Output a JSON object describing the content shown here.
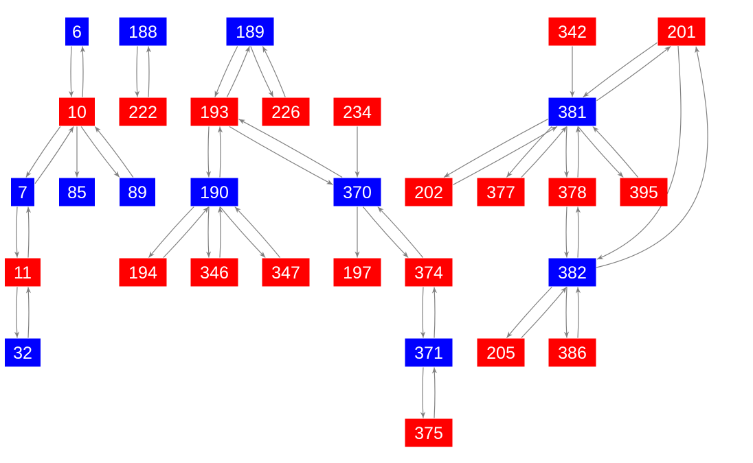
{
  "colors": {
    "red": "#ff0000",
    "blue": "#0000ff",
    "edge": "#808080",
    "label": "#ffffff"
  },
  "nodes": [
    {
      "id": "6",
      "color": "blue"
    },
    {
      "id": "188",
      "color": "blue"
    },
    {
      "id": "189",
      "color": "blue"
    },
    {
      "id": "342",
      "color": "red"
    },
    {
      "id": "201",
      "color": "red"
    },
    {
      "id": "10",
      "color": "red"
    },
    {
      "id": "222",
      "color": "red"
    },
    {
      "id": "193",
      "color": "red"
    },
    {
      "id": "226",
      "color": "red"
    },
    {
      "id": "234",
      "color": "red"
    },
    {
      "id": "381",
      "color": "blue"
    },
    {
      "id": "7",
      "color": "blue"
    },
    {
      "id": "85",
      "color": "blue"
    },
    {
      "id": "89",
      "color": "blue"
    },
    {
      "id": "190",
      "color": "blue"
    },
    {
      "id": "370",
      "color": "blue"
    },
    {
      "id": "202",
      "color": "red"
    },
    {
      "id": "377",
      "color": "red"
    },
    {
      "id": "378",
      "color": "red"
    },
    {
      "id": "395",
      "color": "red"
    },
    {
      "id": "11",
      "color": "red"
    },
    {
      "id": "194",
      "color": "red"
    },
    {
      "id": "346",
      "color": "red"
    },
    {
      "id": "347",
      "color": "red"
    },
    {
      "id": "197",
      "color": "red"
    },
    {
      "id": "374",
      "color": "red"
    },
    {
      "id": "382",
      "color": "blue"
    },
    {
      "id": "32",
      "color": "blue"
    },
    {
      "id": "371",
      "color": "blue"
    },
    {
      "id": "205",
      "color": "red"
    },
    {
      "id": "386",
      "color": "red"
    },
    {
      "id": "375",
      "color": "red"
    }
  ],
  "edges": [
    [
      "6",
      "10"
    ],
    [
      "10",
      "6"
    ],
    [
      "188",
      "222"
    ],
    [
      "222",
      "188"
    ],
    [
      "189",
      "193"
    ],
    [
      "193",
      "189"
    ],
    [
      "189",
      "226"
    ],
    [
      "226",
      "189"
    ],
    [
      "10",
      "7"
    ],
    [
      "7",
      "10"
    ],
    [
      "10",
      "85"
    ],
    [
      "10",
      "89"
    ],
    [
      "89",
      "10"
    ],
    [
      "7",
      "11"
    ],
    [
      "11",
      "7"
    ],
    [
      "11",
      "32"
    ],
    [
      "32",
      "11"
    ],
    [
      "193",
      "190"
    ],
    [
      "190",
      "193"
    ],
    [
      "193",
      "370"
    ],
    [
      "370",
      "193"
    ],
    [
      "234",
      "370"
    ],
    [
      "190",
      "194"
    ],
    [
      "194",
      "190"
    ],
    [
      "190",
      "346"
    ],
    [
      "346",
      "190"
    ],
    [
      "190",
      "347"
    ],
    [
      "347",
      "190"
    ],
    [
      "370",
      "197"
    ],
    [
      "370",
      "374"
    ],
    [
      "374",
      "370"
    ],
    [
      "374",
      "371"
    ],
    [
      "371",
      "374"
    ],
    [
      "371",
      "375"
    ],
    [
      "375",
      "371"
    ],
    [
      "342",
      "381"
    ],
    [
      "201",
      "381"
    ],
    [
      "381",
      "201"
    ],
    [
      "201",
      "382"
    ],
    [
      "382",
      "201"
    ],
    [
      "381",
      "202"
    ],
    [
      "202",
      "381"
    ],
    [
      "381",
      "377"
    ],
    [
      "377",
      "381"
    ],
    [
      "381",
      "378"
    ],
    [
      "378",
      "381"
    ],
    [
      "381",
      "395"
    ],
    [
      "395",
      "381"
    ],
    [
      "378",
      "382"
    ],
    [
      "382",
      "378"
    ],
    [
      "382",
      "205"
    ],
    [
      "205",
      "382"
    ],
    [
      "382",
      "386"
    ],
    [
      "386",
      "382"
    ]
  ]
}
